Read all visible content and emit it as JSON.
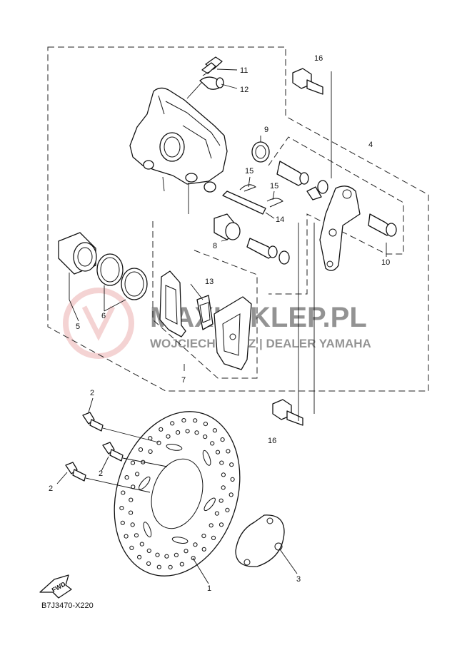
{
  "diagram_code": "B7J3470-X220",
  "fwd_label": "FWD",
  "watermark": {
    "main": "MAXI-SKLEP.PL",
    "sub": "WOJCIECHOWICZ | DEALER YAMAHA",
    "color": "#e8a0a0"
  },
  "callouts": {
    "c1": "1",
    "c2a": "2",
    "c2b": "2",
    "c2c": "2",
    "c3": "3",
    "c4": "4",
    "c5": "5",
    "c6": "6",
    "c7": "7",
    "c8": "8",
    "c9": "9",
    "c10": "10",
    "c11": "11",
    "c12": "12",
    "c13": "13",
    "c14": "14",
    "c15a": "15",
    "c15b": "15",
    "c16a": "16",
    "c16b": "16"
  }
}
